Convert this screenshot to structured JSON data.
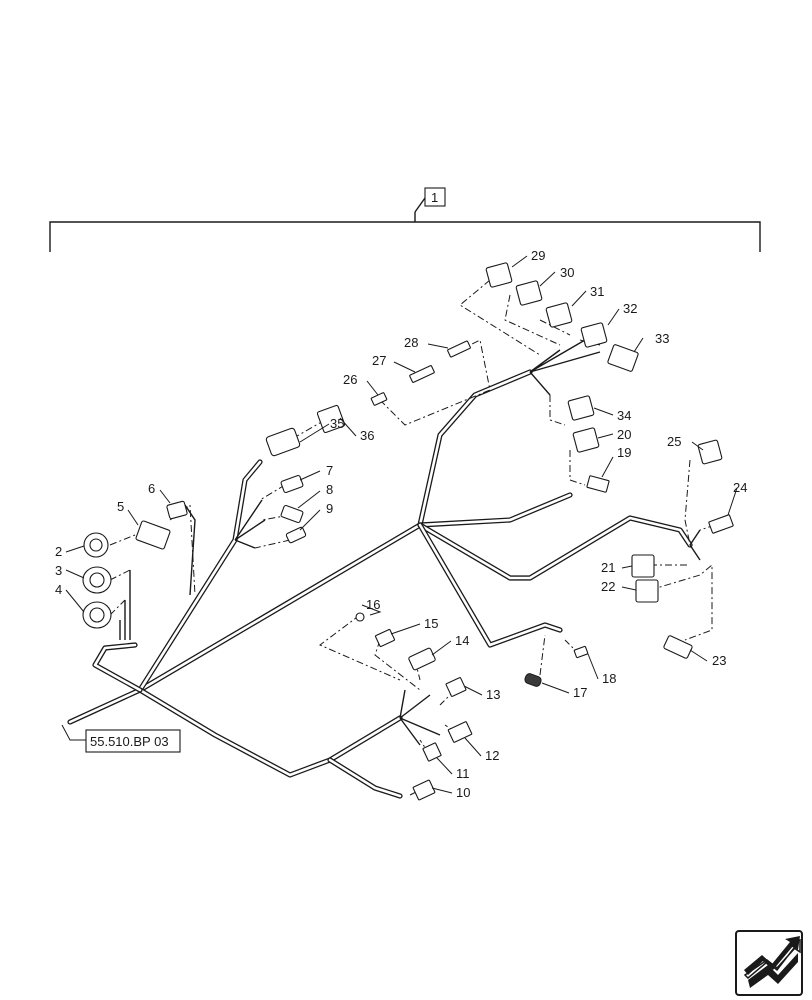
{
  "assembly_callout": "1",
  "reference_label": "55.510.BP 03",
  "callouts": [
    {
      "id": "c2",
      "text": "2"
    },
    {
      "id": "c3",
      "text": "3"
    },
    {
      "id": "c4",
      "text": "4"
    },
    {
      "id": "c5",
      "text": "5"
    },
    {
      "id": "c6",
      "text": "6"
    },
    {
      "id": "c7",
      "text": "7"
    },
    {
      "id": "c8",
      "text": "8"
    },
    {
      "id": "c9",
      "text": "9"
    },
    {
      "id": "c10",
      "text": "10"
    },
    {
      "id": "c11",
      "text": "11"
    },
    {
      "id": "c12",
      "text": "12"
    },
    {
      "id": "c13",
      "text": "13"
    },
    {
      "id": "c14",
      "text": "14"
    },
    {
      "id": "c15",
      "text": "15"
    },
    {
      "id": "c16",
      "text": "16"
    },
    {
      "id": "c17",
      "text": "17"
    },
    {
      "id": "c18",
      "text": "18"
    },
    {
      "id": "c19",
      "text": "19"
    },
    {
      "id": "c20",
      "text": "20"
    },
    {
      "id": "c21",
      "text": "21"
    },
    {
      "id": "c22",
      "text": "22"
    },
    {
      "id": "c23",
      "text": "23"
    },
    {
      "id": "c24",
      "text": "24"
    },
    {
      "id": "c25",
      "text": "25"
    },
    {
      "id": "c26",
      "text": "26"
    },
    {
      "id": "c27",
      "text": "27"
    },
    {
      "id": "c28",
      "text": "28"
    },
    {
      "id": "c29",
      "text": "29"
    },
    {
      "id": "c30",
      "text": "30"
    },
    {
      "id": "c31",
      "text": "31"
    },
    {
      "id": "c32",
      "text": "32"
    },
    {
      "id": "c33",
      "text": "33"
    },
    {
      "id": "c34",
      "text": "34"
    },
    {
      "id": "c35",
      "text": "35"
    },
    {
      "id": "c36",
      "text": "36"
    }
  ],
  "nav_icon": "next-page-arrow-icon"
}
